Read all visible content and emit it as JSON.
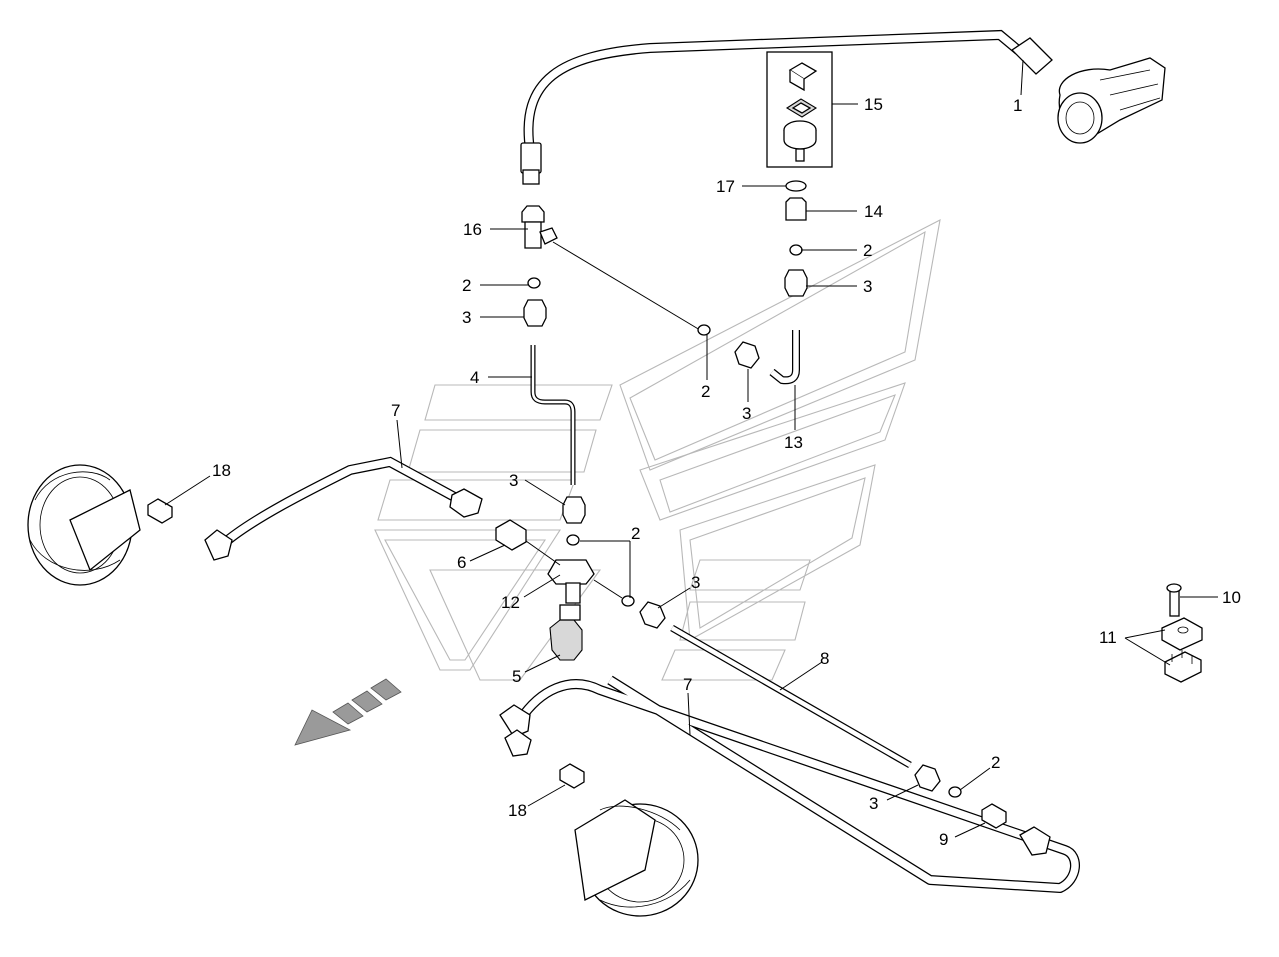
{
  "diagram": {
    "callouts": [
      {
        "id": "c1",
        "text": "1"
      },
      {
        "id": "c15",
        "text": "15"
      },
      {
        "id": "c17",
        "text": "17"
      },
      {
        "id": "c14",
        "text": "14"
      },
      {
        "id": "c16",
        "text": "16"
      },
      {
        "id": "c2a",
        "text": "2"
      },
      {
        "id": "c2b",
        "text": "2"
      },
      {
        "id": "c3a",
        "text": "3"
      },
      {
        "id": "c3b",
        "text": "3"
      },
      {
        "id": "c4",
        "text": "4"
      },
      {
        "id": "c2c",
        "text": "2"
      },
      {
        "id": "c3c",
        "text": "3"
      },
      {
        "id": "c13",
        "text": "13"
      },
      {
        "id": "c7a",
        "text": "7"
      },
      {
        "id": "c18a",
        "text": "18"
      },
      {
        "id": "c3d",
        "text": "3"
      },
      {
        "id": "c2d",
        "text": "2"
      },
      {
        "id": "c6",
        "text": "6"
      },
      {
        "id": "c12",
        "text": "12"
      },
      {
        "id": "c3e",
        "text": "3"
      },
      {
        "id": "c5",
        "text": "5"
      },
      {
        "id": "c8",
        "text": "8"
      },
      {
        "id": "c7b",
        "text": "7"
      },
      {
        "id": "c10",
        "text": "10"
      },
      {
        "id": "c11",
        "text": "11"
      },
      {
        "id": "c2e",
        "text": "2"
      },
      {
        "id": "c3f",
        "text": "3"
      },
      {
        "id": "c9",
        "text": "9"
      },
      {
        "id": "c18b",
        "text": "18"
      }
    ],
    "colors": {
      "line": "#000000",
      "watermark": "#b8b8b8",
      "fill": "#d8d8d8",
      "arrow": "#9a9a9a"
    }
  }
}
